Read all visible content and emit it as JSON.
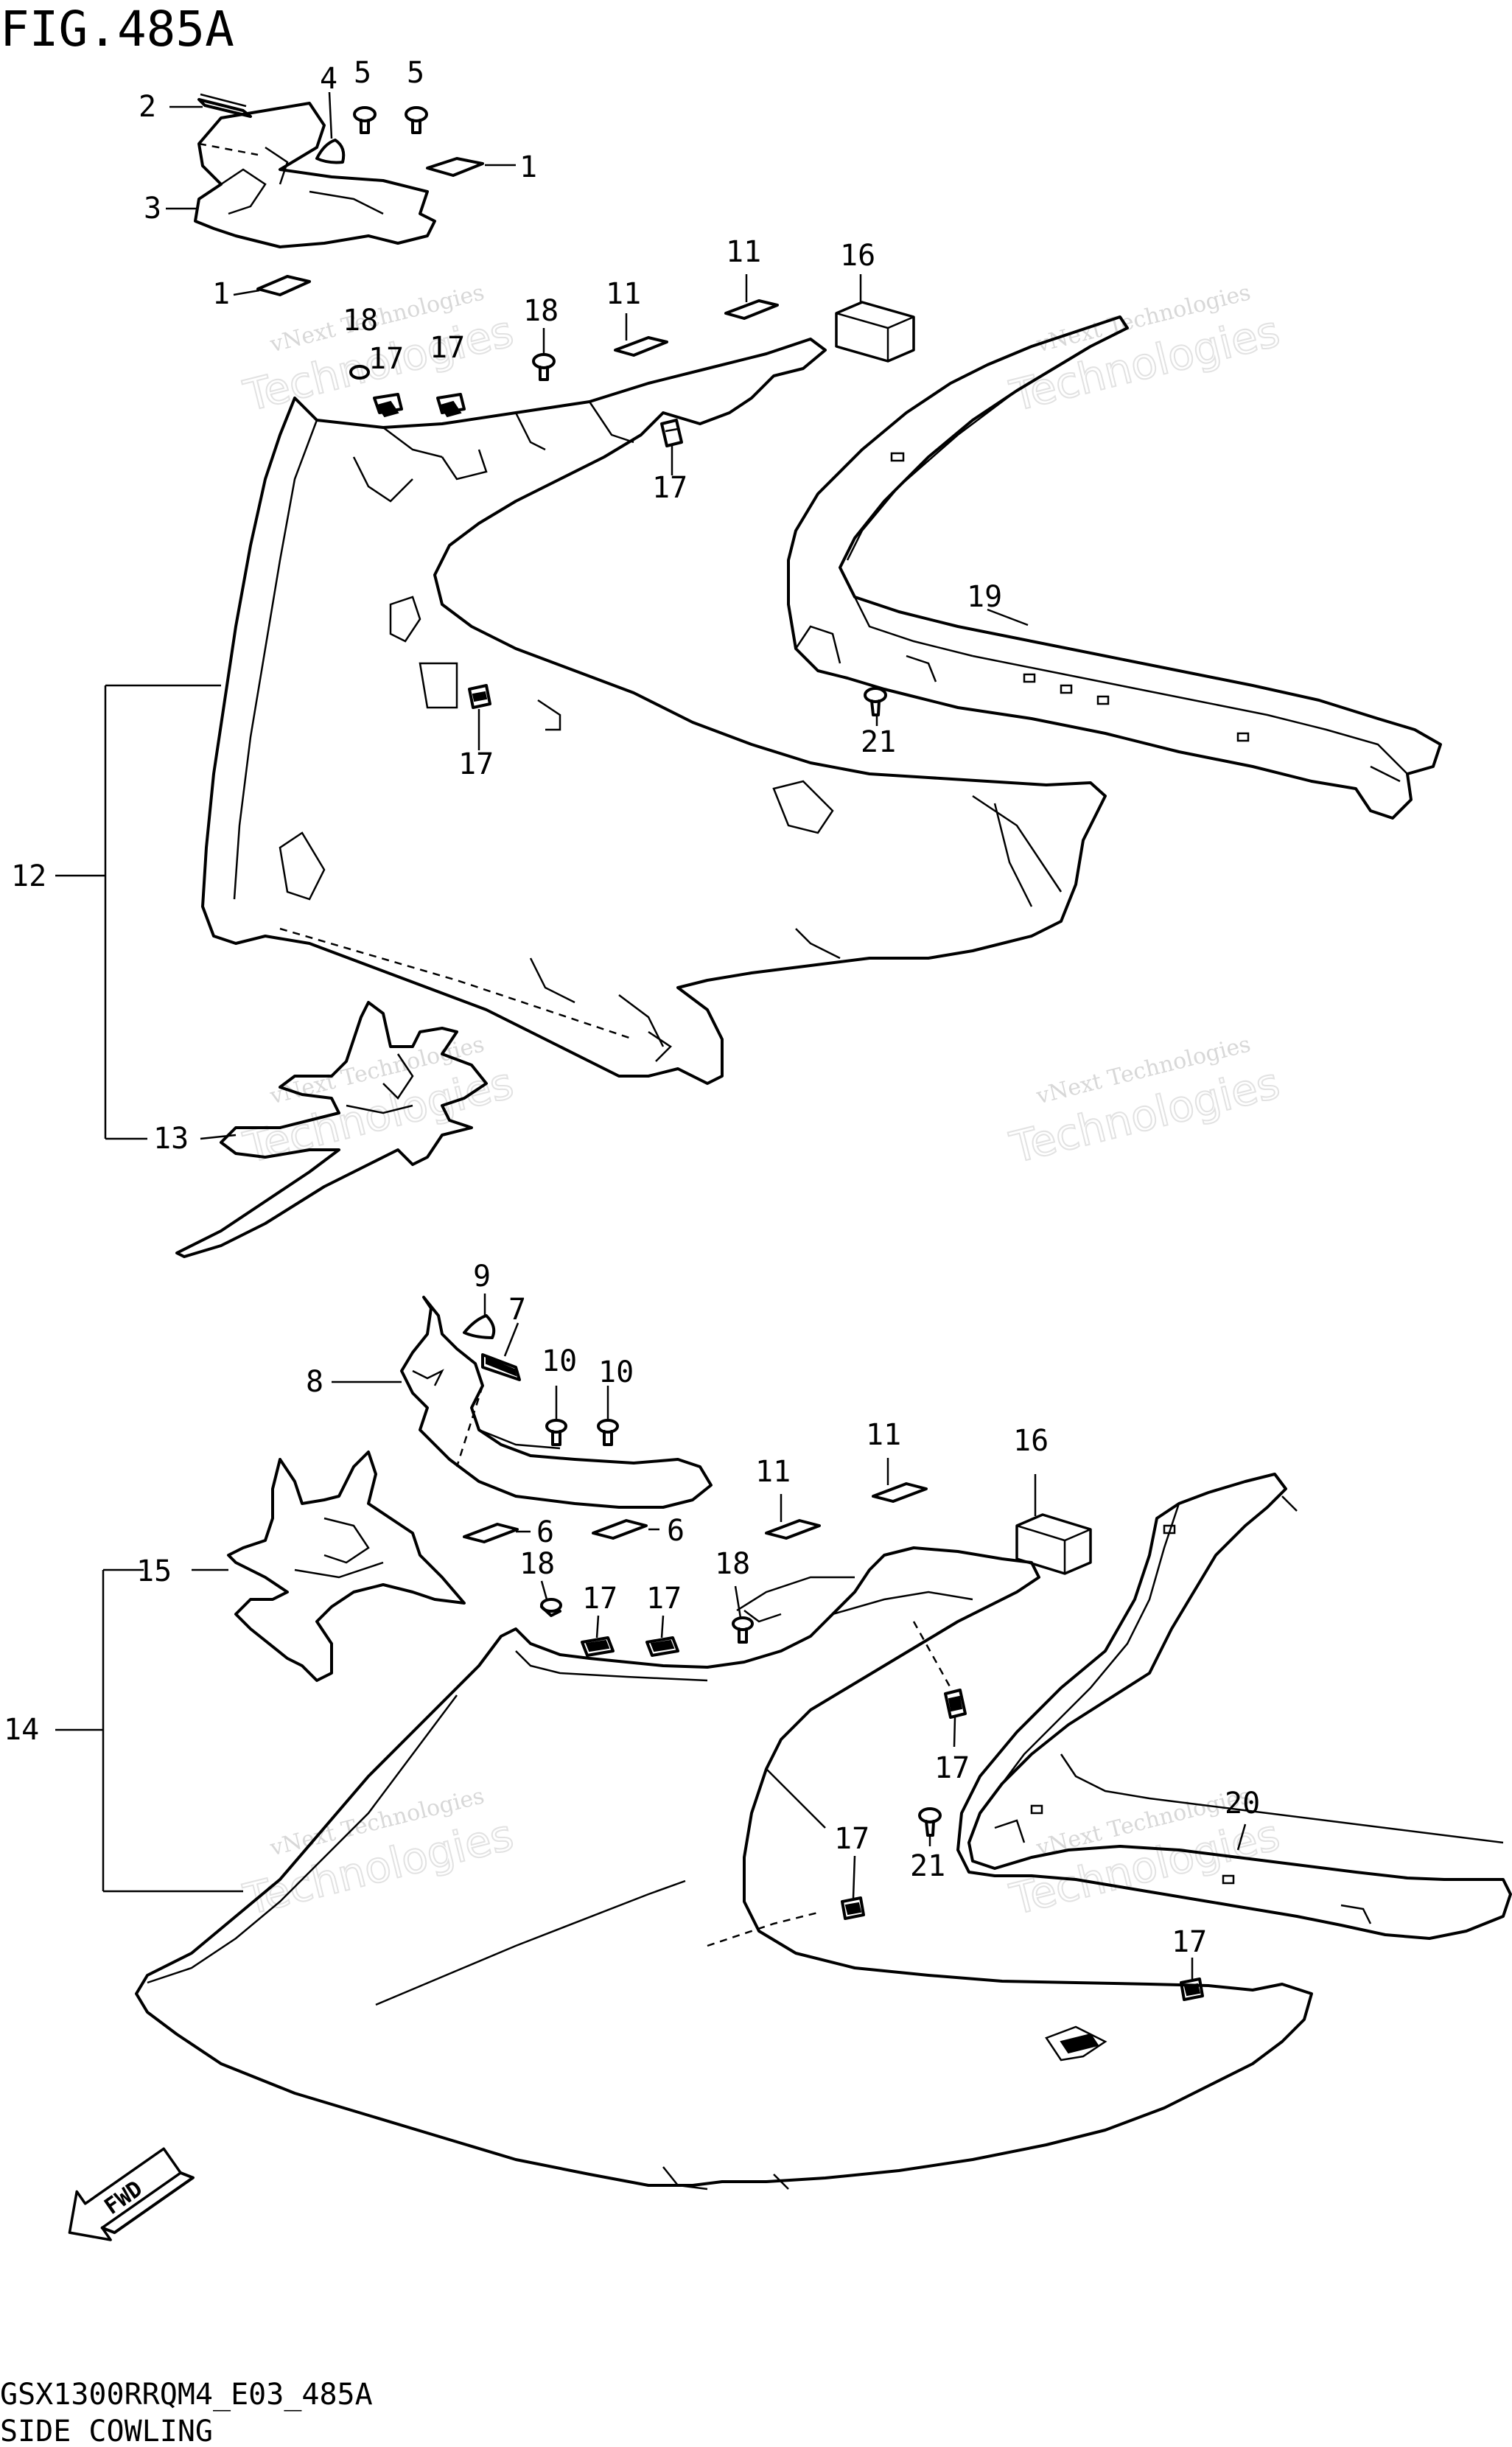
{
  "figure": {
    "title": "FIG.485A",
    "model_code": "GSX1300RRQM4_E03_485A",
    "caption": "SIDE COWLING"
  },
  "fwd_label": "FWD",
  "watermark": {
    "line1": "vNext Technologies",
    "line2": "Technologies"
  },
  "callouts": [
    {
      "id": "c-2-top",
      "label": "2"
    },
    {
      "id": "c-4-top",
      "label": "4"
    },
    {
      "id": "c-5a-top",
      "label": "5"
    },
    {
      "id": "c-5b-top",
      "label": "5"
    },
    {
      "id": "c-1a-top",
      "label": "1"
    },
    {
      "id": "c-3-top",
      "label": "3"
    },
    {
      "id": "c-1b-top",
      "label": "1"
    },
    {
      "id": "c-11a-top",
      "label": "11"
    },
    {
      "id": "c-16-top",
      "label": "16"
    },
    {
      "id": "c-18-top",
      "label": "18"
    },
    {
      "id": "c-11b-top",
      "label": "11"
    },
    {
      "id": "c-18b-top",
      "label": "18"
    },
    {
      "id": "c-17a-top",
      "label": "17"
    },
    {
      "id": "c-17b-top",
      "label": "17"
    },
    {
      "id": "c-17c-top",
      "label": "17"
    },
    {
      "id": "c-19",
      "label": "19"
    },
    {
      "id": "c-12",
      "label": "12"
    },
    {
      "id": "c-17d-top",
      "label": "17"
    },
    {
      "id": "c-21-top",
      "label": "21"
    },
    {
      "id": "c-13",
      "label": "13"
    },
    {
      "id": "c-9",
      "label": "9"
    },
    {
      "id": "c-7",
      "label": "7"
    },
    {
      "id": "c-8",
      "label": "8"
    },
    {
      "id": "c-10a",
      "label": "10"
    },
    {
      "id": "c-10b",
      "label": "10"
    },
    {
      "id": "c-11c",
      "label": "11"
    },
    {
      "id": "c-16b",
      "label": "16"
    },
    {
      "id": "c-11d",
      "label": "11"
    },
    {
      "id": "c-6a",
      "label": "6"
    },
    {
      "id": "c-6b",
      "label": "6"
    },
    {
      "id": "c-15",
      "label": "15"
    },
    {
      "id": "c-18c",
      "label": "18"
    },
    {
      "id": "c-18d",
      "label": "18"
    },
    {
      "id": "c-17e",
      "label": "17"
    },
    {
      "id": "c-17f",
      "label": "17"
    },
    {
      "id": "c-14",
      "label": "14"
    },
    {
      "id": "c-17g",
      "label": "17"
    },
    {
      "id": "c-20",
      "label": "20"
    },
    {
      "id": "c-17h",
      "label": "17"
    },
    {
      "id": "c-21b",
      "label": "21"
    },
    {
      "id": "c-17i",
      "label": "17"
    }
  ]
}
